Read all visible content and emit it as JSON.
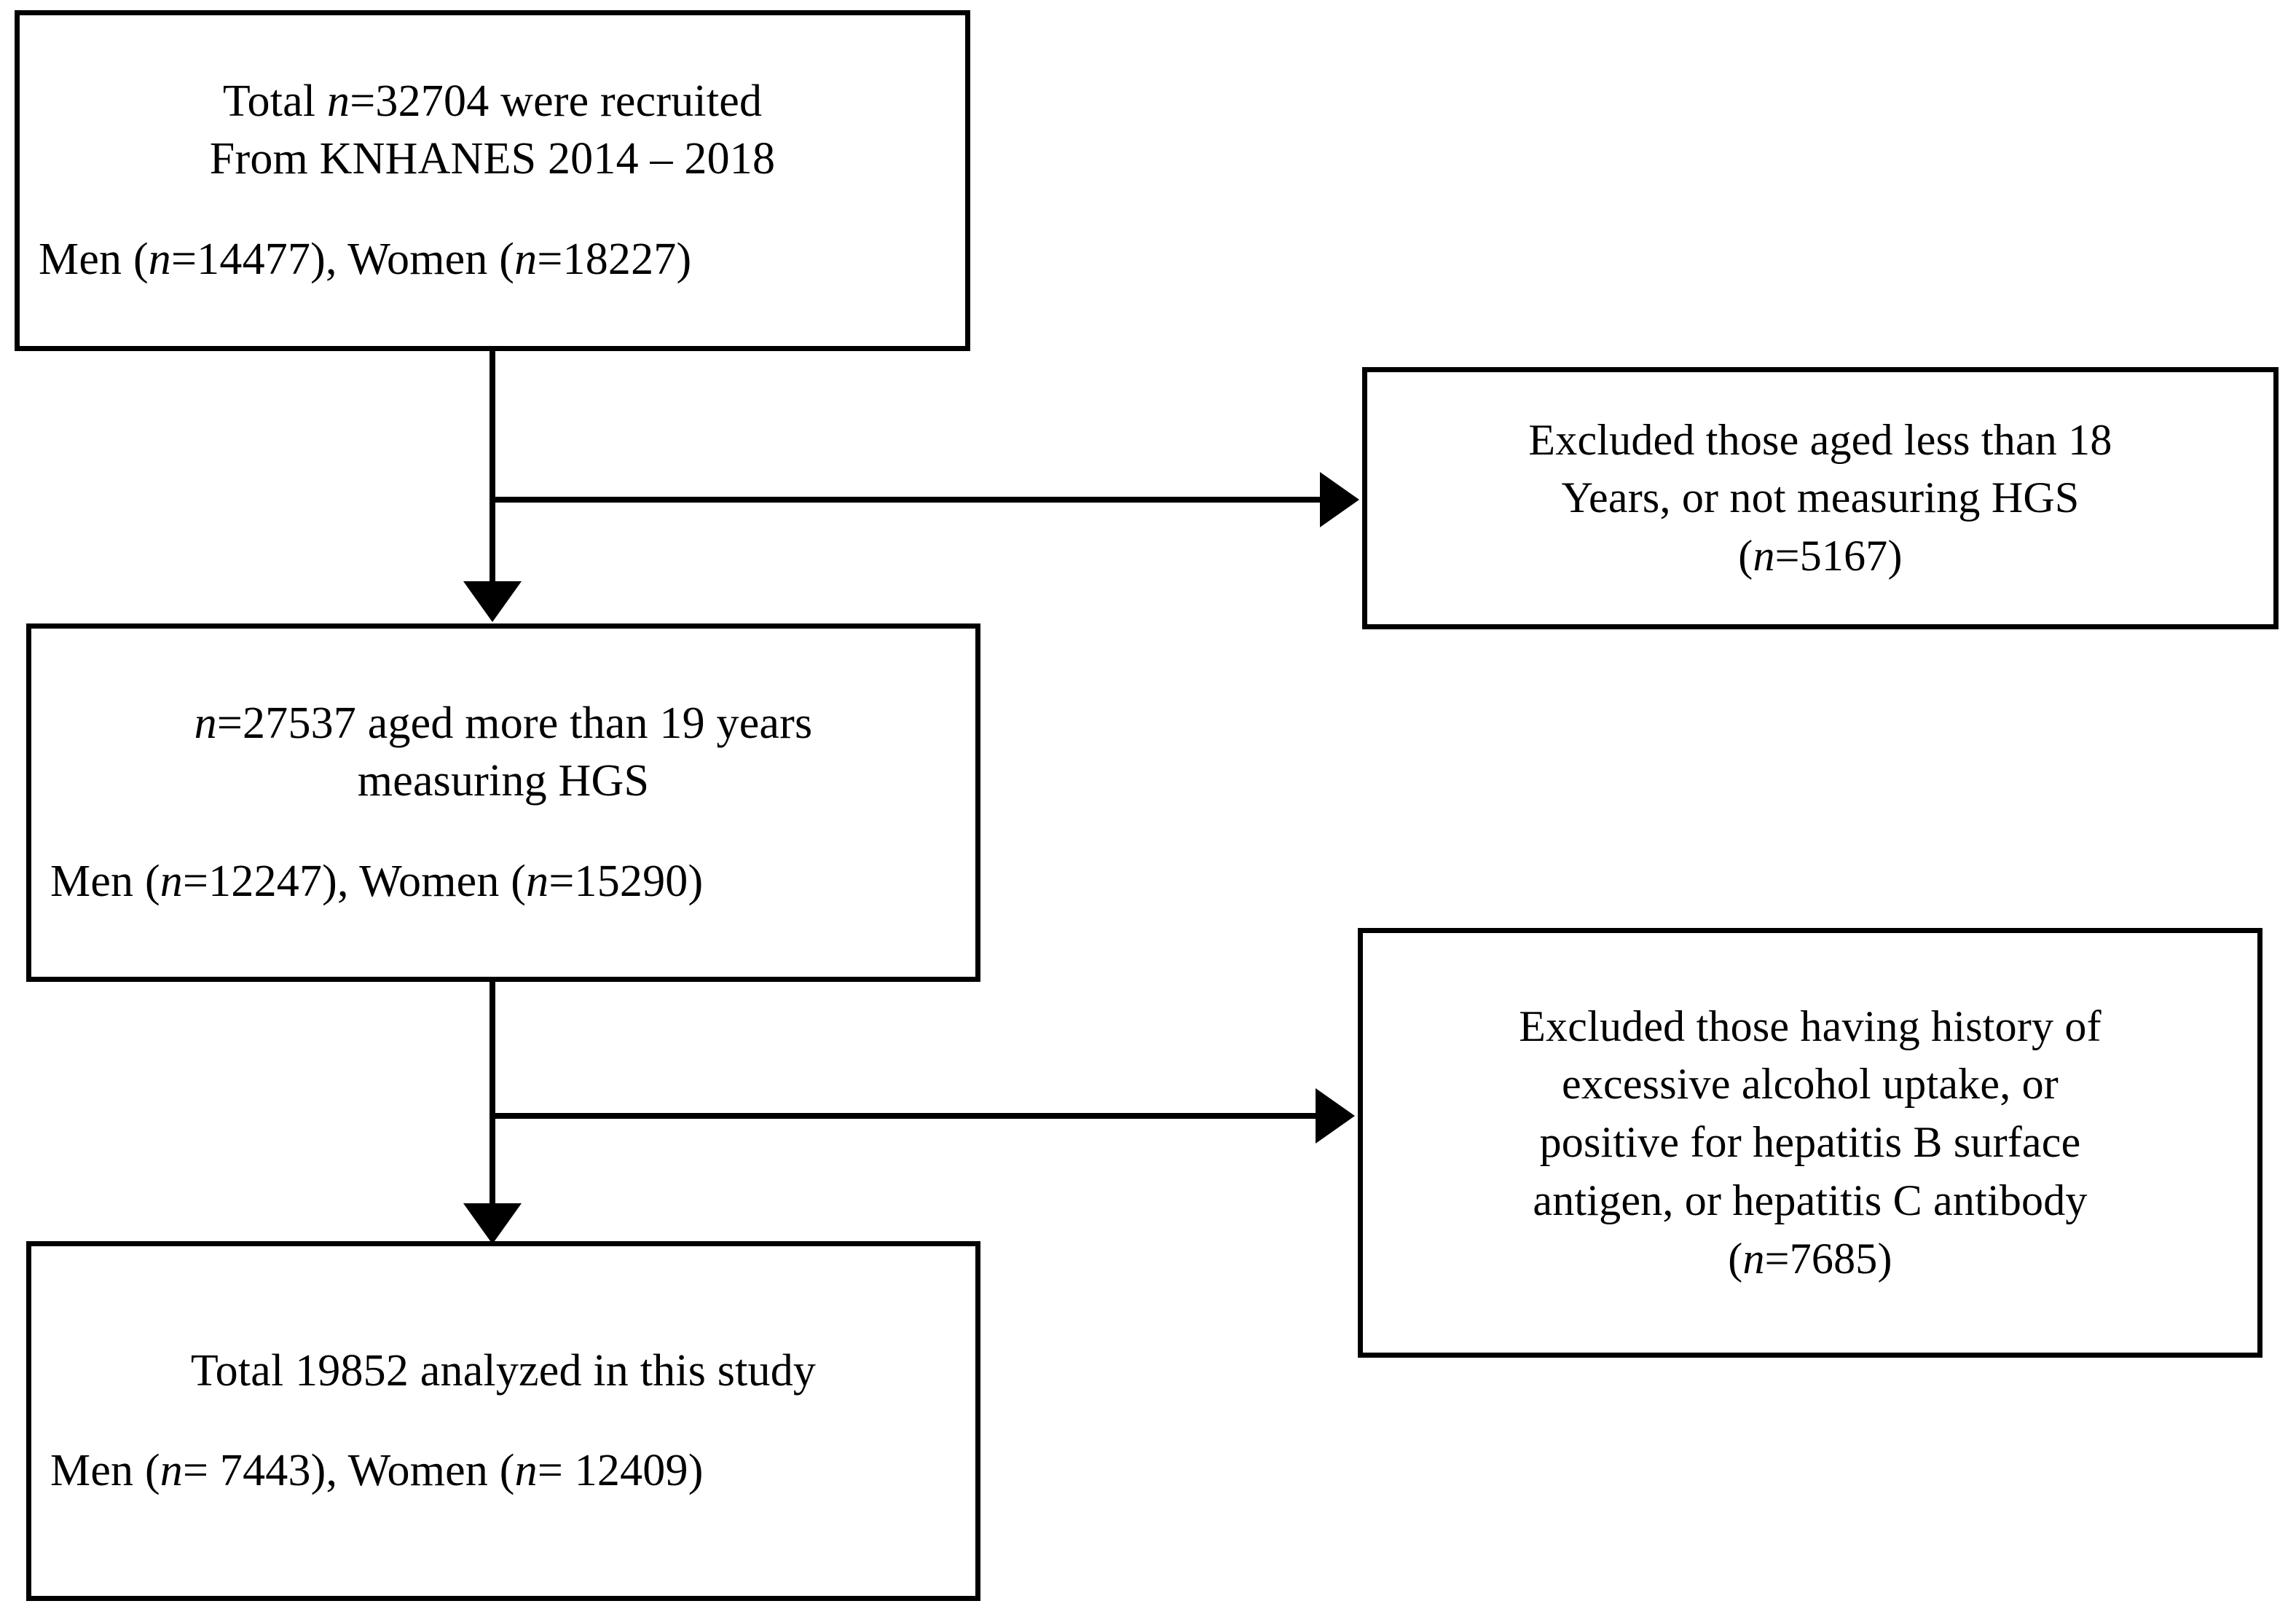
{
  "diagram": {
    "type": "flowchart",
    "title": "Study participant selection flow diagram",
    "orientation": "top-to-bottom with right-side exclusion branches",
    "colors": {
      "background": "#ffffff",
      "stroke": "#000000",
      "text": "#000000"
    }
  },
  "boxes": {
    "recruited": {
      "id": "box-recruited",
      "line1_prefix": "Total ",
      "line1_n": "n",
      "line1_suffix": "=32704 were recruited",
      "line2": "From KNHANES 2014 – 2018",
      "line3_part1": "Men  (",
      "line3_n1": "n",
      "line3_part2": "=14477), Women (",
      "line3_n2": "n",
      "line3_part3": "=18227)"
    },
    "aged": {
      "id": "box-aged",
      "line1_n": "n",
      "line1_suffix": "=27537 aged more than 19 years",
      "line2": "measuring HGS",
      "line3_part1": "Men (",
      "line3_n1": "n",
      "line3_part2": "=12247), Women (",
      "line3_n2": "n",
      "line3_part3": "=15290)"
    },
    "analyzed": {
      "id": "box-analyzed",
      "line1": "Total 19852 analyzed in this study",
      "line3_part1": "Men (",
      "line3_n1": "n",
      "line3_part2": "= 7443), Women  (",
      "line3_n2": "n",
      "line3_part3": "= 12409)"
    },
    "excluded_age": {
      "id": "box-excl-age",
      "line1": "Excluded those aged less than 18",
      "line2": "Years, or not measuring HGS",
      "line3_open": "(",
      "line3_n": "n",
      "line3_close": "=5167)"
    },
    "excluded_liver": {
      "id": "box-excl-liver",
      "line1": "Excluded those having history of",
      "line2": "excessive alcohol uptake, or",
      "line3": "positive for hepatitis B surface",
      "line4": "antigen, or hepatitis C antibody",
      "line5_open": "(",
      "line5_n": "n",
      "line5_close": "=7685)"
    }
  },
  "connectors": {
    "flow1": {
      "from": "recruited",
      "to": "aged",
      "branch_to": "excluded_age",
      "down_arrowhead": "arrow-down-icon",
      "right_arrowhead": "arrow-right-icon"
    },
    "flow2": {
      "from": "aged",
      "to": "analyzed",
      "branch_to": "excluded_liver",
      "down_arrowhead": "arrow-down-icon",
      "right_arrowhead": "arrow-right-icon"
    }
  },
  "counts": {
    "total_recruited": 32704,
    "recruited_men": 14477,
    "recruited_women": 18227,
    "excluded_age_or_no_hgs": 5167,
    "aged_with_hgs": 27537,
    "aged_men": 12247,
    "aged_women": 15290,
    "excluded_alcohol_or_hepatitis": 7685,
    "total_analyzed": 19852,
    "analyzed_men": 7443,
    "analyzed_women": 12409,
    "survey": "KNHANES",
    "survey_years": "2014 – 2018"
  }
}
